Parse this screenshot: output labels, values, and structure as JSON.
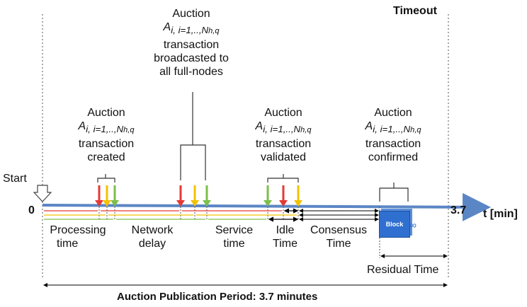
{
  "timeout_label": "Timeout",
  "start_label": "Start",
  "zero_label": "0",
  "end_value_label": "3.7",
  "axis_label": "t [min]",
  "auction_word": "Auction",
  "auction_symbol": "A",
  "auction_index": "i, i=1,..,N",
  "auction_sub": "h,q",
  "events": {
    "created": [
      "transaction",
      "created"
    ],
    "broadcast": [
      "transaction",
      "broadcasted to",
      "all full-nodes"
    ],
    "validated": [
      "transaction",
      "validated"
    ],
    "confirmed": [
      "transaction",
      "confirmed"
    ]
  },
  "phases": {
    "processing": [
      "Processing",
      "time"
    ],
    "network": [
      "Network",
      "delay"
    ],
    "service": [
      "Service",
      "time"
    ],
    "idle": [
      "Idle",
      "Time"
    ],
    "consensus": [
      "Consensus",
      "Time"
    ]
  },
  "block_label": "Block",
  "residual_label": "Residual Time",
  "period_label": "Auction Publication Period: 3.7 minutes",
  "colors": {
    "axis": "#5b86c5",
    "red": "#e53935",
    "yellow": "#f2c200",
    "green": "#7cbf4a",
    "block": "#2f6fd0"
  }
}
